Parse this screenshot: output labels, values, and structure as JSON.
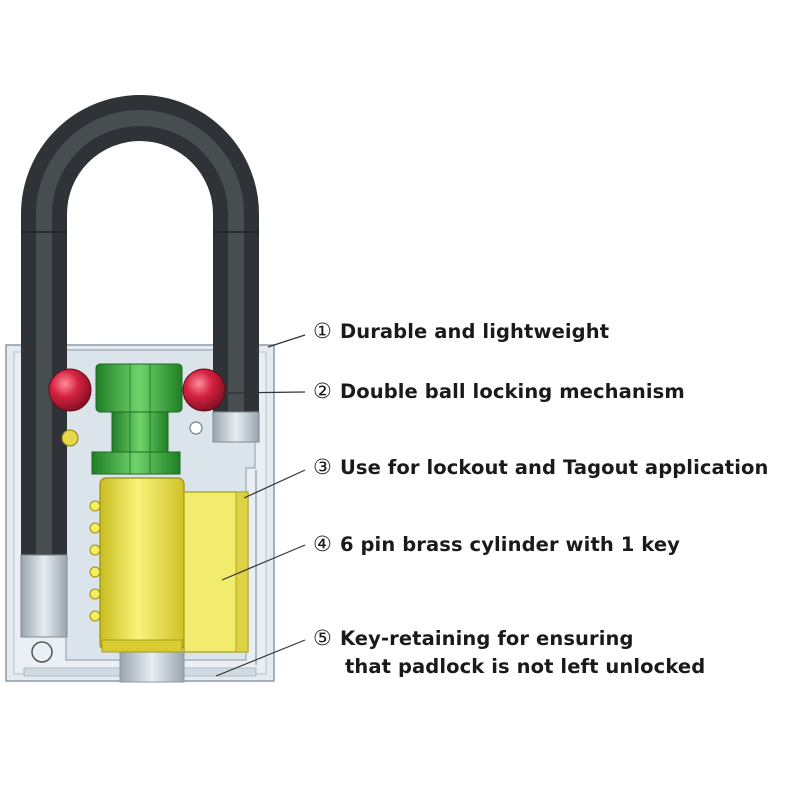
{
  "features": [
    {
      "number": "①",
      "text": "Durable and lightweight"
    },
    {
      "number": "②",
      "text": "Double ball locking mechanism"
    },
    {
      "number": "③",
      "text": "Use for lockout and Tagout application"
    },
    {
      "number": "④",
      "text": "6 pin brass cylinder with 1 key"
    },
    {
      "number": "⑤",
      "text": "Key-retaining for ensuring",
      "text_line2": "that padlock is not left unlocked"
    }
  ],
  "colors": {
    "shackle": "#3f4347",
    "body": "#e4ebf0",
    "body_outline": "#8a9aa8",
    "locking_balls": "#d0223a",
    "green_core": "#35a83a",
    "brass_cylinder": "#ece44a",
    "brass_block": "#f2ec6e",
    "leader_lines": "#333333"
  }
}
